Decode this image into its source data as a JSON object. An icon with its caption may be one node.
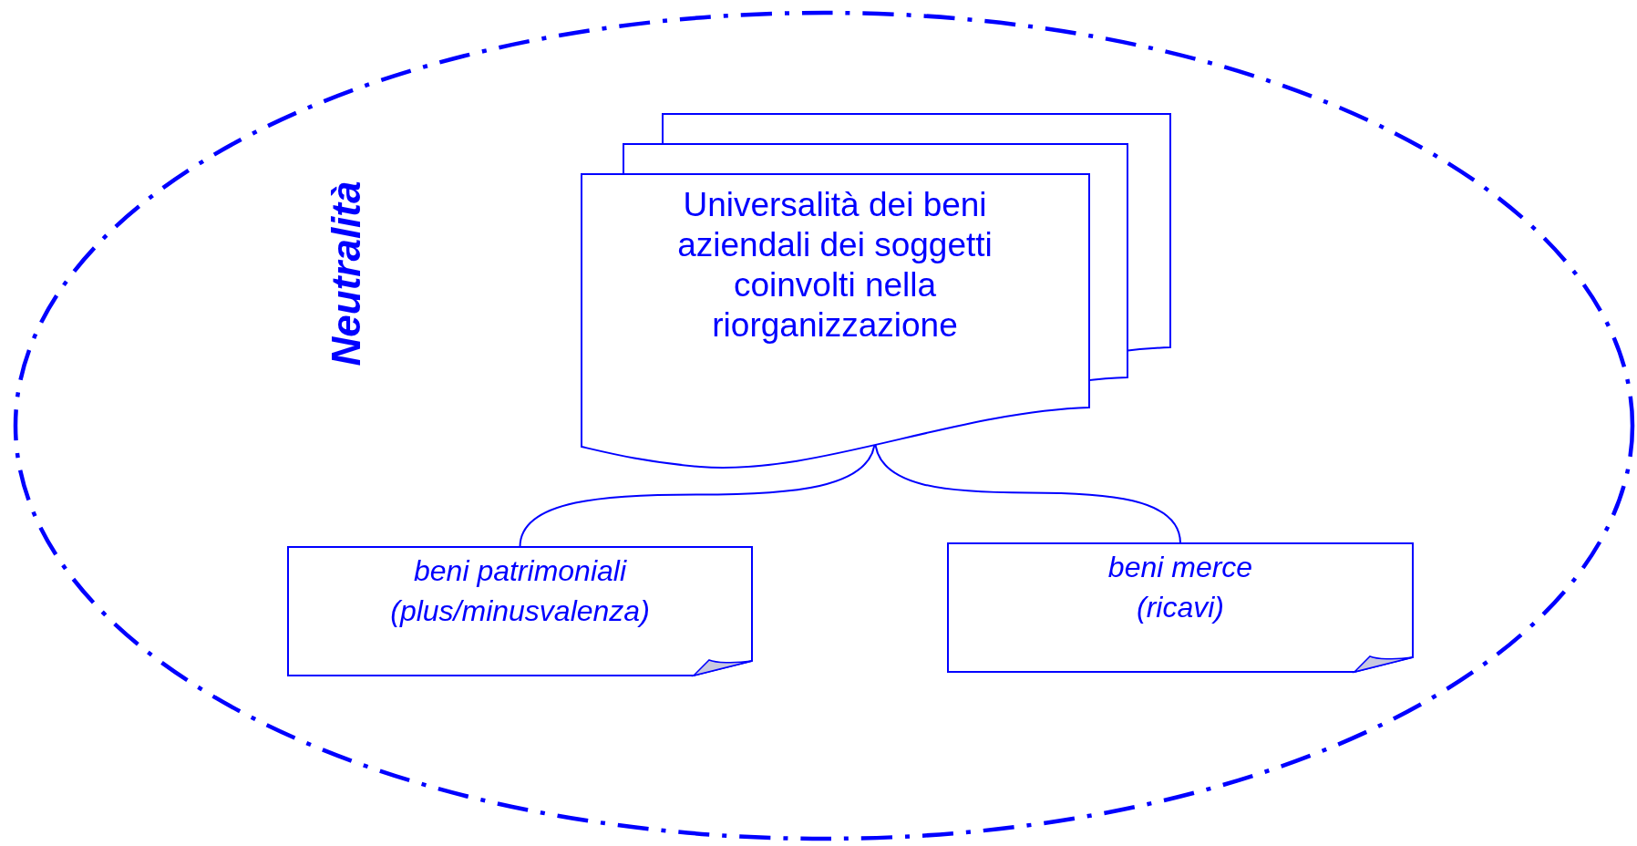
{
  "diagram": {
    "nodes": [
      {
        "text": [
          "Neutralità"
        ]
      },
      {
        "text": [
          "Universalità dei beni aziendali dei soggetti coinvolti nella riorganizzazione"
        ],
        "in": 0
      },
      {
        "text": [
          "beni patrimoniali (plus/minusvalenza)"
        ],
        "in": 0
      },
      {
        "text": [
          "beni merce (ricavi)"
        ],
        "in": 0
      }
    ],
    "edges": [
      {
        "from": 1,
        "to": 2,
        "arrow": "none"
      },
      {
        "from": 1,
        "to": 3,
        "arrow": "none"
      }
    ]
  }
}
